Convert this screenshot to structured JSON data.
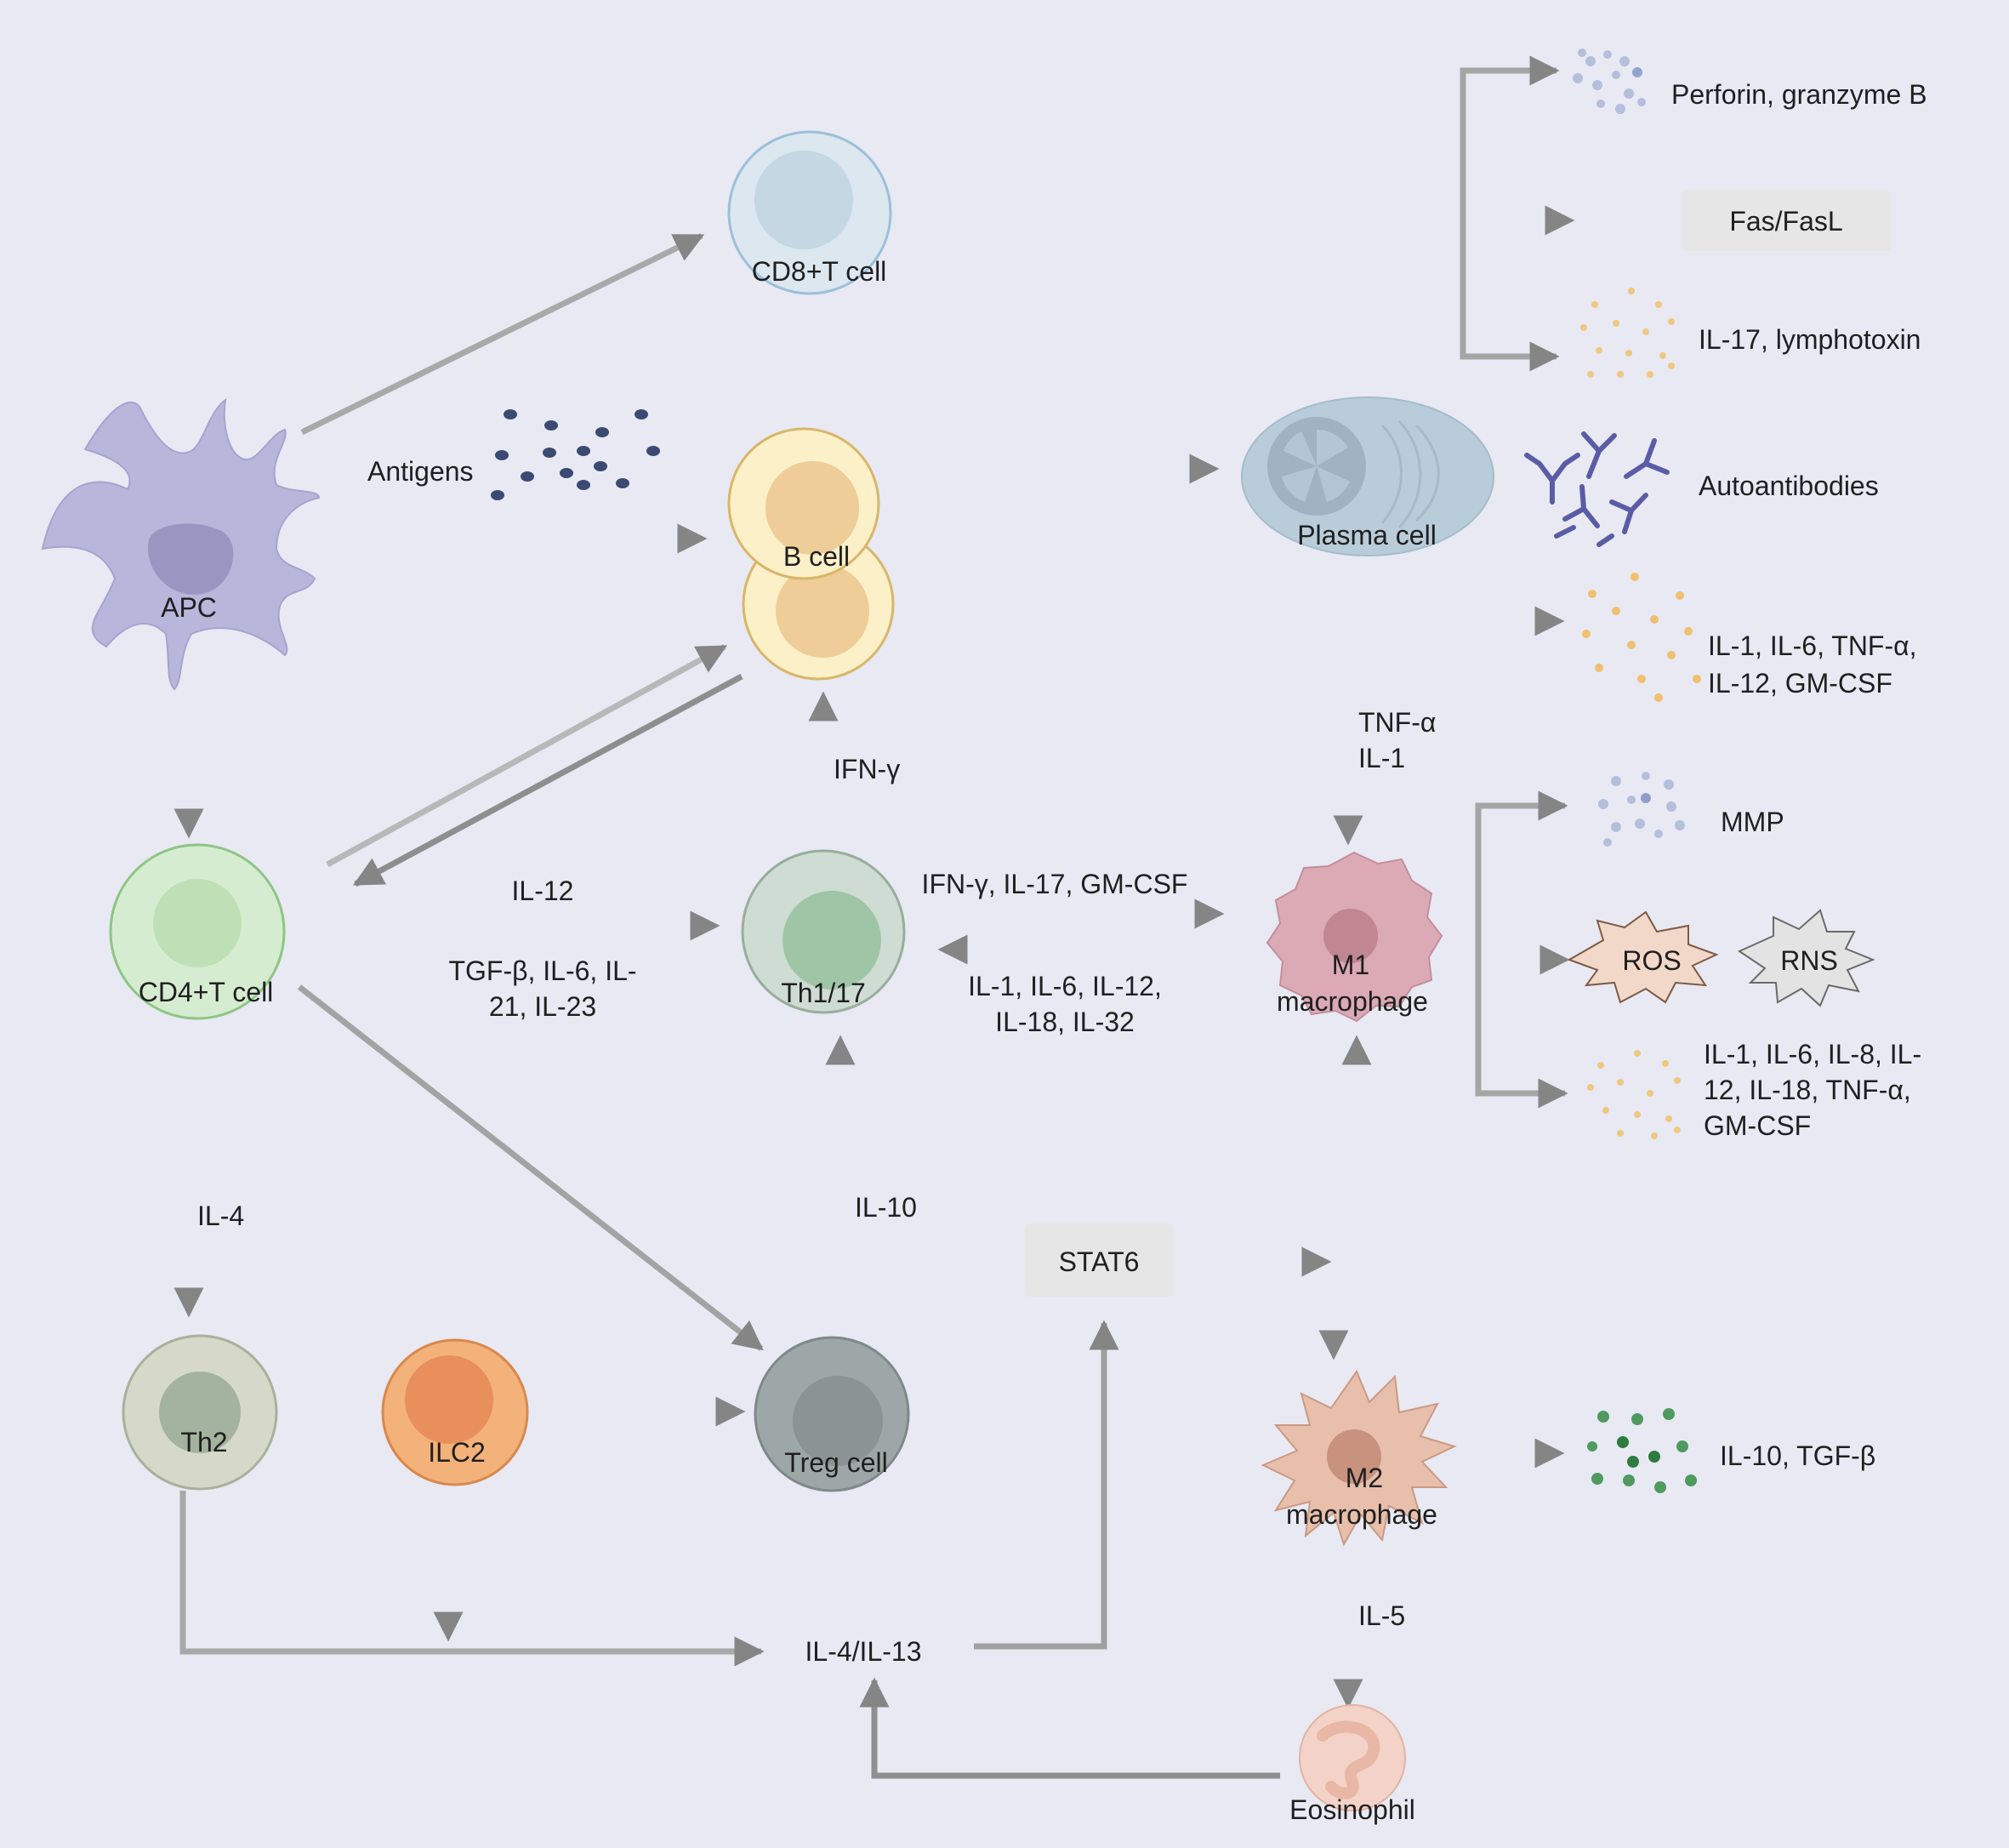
{
  "cells": {
    "apc": "APC",
    "cd8": "CD8+T cell",
    "bcell": "B cell",
    "plasma": "Plasma cell",
    "cd4": "CD4+T cell",
    "th117": "Th1/17",
    "m1_line1": "M1",
    "m1_line2": "macrophage",
    "th2": "Th2",
    "ilc2": "ILC2",
    "treg": "Treg cell",
    "m2_line1": "M2",
    "m2_line2": "macrophage",
    "eosinophil": "Eosinophil"
  },
  "labels": {
    "antigens": "Antigens",
    "perforin": "Perforin, granzyme B",
    "fas": "Fas/FasL",
    "il17_lympho": "IL-17, lymphotoxin",
    "autoantibodies": "Autoantibodies",
    "bcell_cyt_1": "IL-1, IL-6, TNF-α,",
    "bcell_cyt_2": "IL-12, GM-CSF",
    "tnf": "TNF-α",
    "il1": "IL-1",
    "ifng": "IFN-γ",
    "mmp": "MMP",
    "ros": "ROS",
    "rns": "RNS",
    "m1_cyt_1": "IL-1, IL-6, IL-8, IL-",
    "m1_cyt_2": "12, IL-18, TNF-α,",
    "m1_cyt_3": "GM-CSF",
    "il12": "IL-12",
    "tgf_1": "TGF-β, IL-6, IL-",
    "tgf_2": "21, IL-23",
    "th_to_m1": "IFN-γ, IL-17, GM-CSF",
    "m1_to_th_1": "IL-1, IL-6, IL-12,",
    "m1_to_th_2": "IL-18, IL-32",
    "il4": "IL-4",
    "il10": "IL-10",
    "stat6": "STAT6",
    "il10_tgfb": "IL-10, TGF-β",
    "il5": "IL-5",
    "il4_il13": "IL-4/IL-13"
  },
  "colors": {
    "background": "#e8e9f3",
    "arrow": "#8e8e8e",
    "apc": "#b9b6dc",
    "cd8": "#dce7ef",
    "bcell": "#fbf0c7",
    "plasma": "#b9ccd9",
    "cd4": "#d6ecd0",
    "th117": "#cfdcd3",
    "m1": "#dcaab4",
    "th2": "#d6d9c9",
    "ilc2": "#f3b27a",
    "treg": "#9ea7a7",
    "m2": "#e7bfab",
    "eosinophil": "#f3d3c8"
  }
}
